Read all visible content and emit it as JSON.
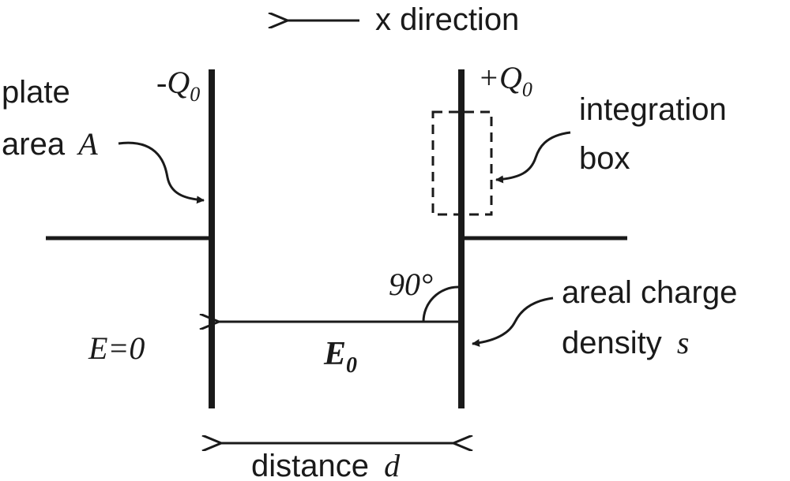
{
  "labels": {
    "x_direction": "x direction",
    "minus_q_sign": "-",
    "minus_q_letter": "Q",
    "minus_q_sub": "0",
    "plus_q_sign": "+",
    "plus_q_letter": "Q",
    "plus_q_sub": "0",
    "plate_line1": "plate",
    "plate_line2": "area",
    "plate_symbol": "A",
    "integration_line1": "integration",
    "integration_line2": "box",
    "angle": "90°",
    "areal_line1": "areal charge",
    "areal_line2": "density",
    "areal_symbol": "s",
    "e_zero_left": "E=0",
    "field_letter": "E",
    "field_sub": "0",
    "distance_word": "distance",
    "distance_symbol": "d"
  }
}
